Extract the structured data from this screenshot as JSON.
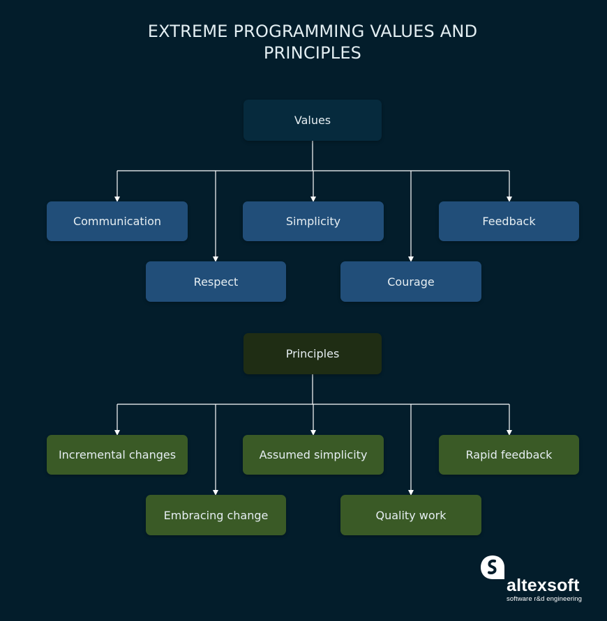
{
  "title": {
    "line1": "EXTREME PROGRAMMING VALUES AND",
    "line2": "PRINCIPLES"
  },
  "values": {
    "root": "Values",
    "items": [
      "Communication",
      "Respect",
      "Simplicity",
      "Courage",
      "Feedback"
    ]
  },
  "principles": {
    "root": "Principles",
    "items": [
      "Incremental changes",
      "Embracing change",
      "Assumed simplicity",
      "Quality work",
      "Rapid feedback"
    ]
  },
  "logo": {
    "name": "altexsoft",
    "tagline": "software r&d engineering"
  },
  "colors": {
    "background": "#031d2b",
    "values_root": "#062a3d",
    "value_box": "#214e79",
    "principles_root": "#1f2d14",
    "principle_box": "#3a5a26",
    "connector": "#ffffff"
  }
}
